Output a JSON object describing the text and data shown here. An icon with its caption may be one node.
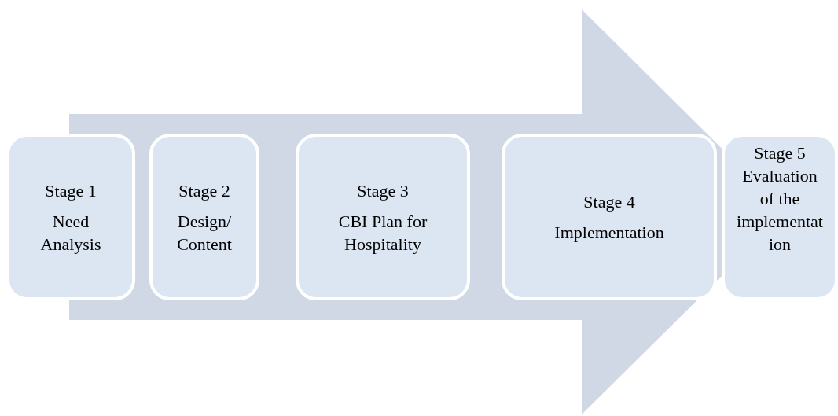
{
  "diagram": {
    "nodes": [
      {
        "text": [
          "Stage 1",
          "Need Analysis"
        ]
      },
      {
        "text": [
          "Stage 2",
          "Design/ Content"
        ]
      },
      {
        "text": [
          "Stage 3",
          "CBI Plan for Hospitality"
        ]
      },
      {
        "text": [
          "Stage 4",
          "Implementation"
        ]
      },
      {
        "text": [
          "Stage 5",
          "Evaluation of the implementation"
        ]
      }
    ],
    "edges": [
      {
        "from": 0,
        "to": 4,
        "arrow": "to"
      }
    ]
  }
}
